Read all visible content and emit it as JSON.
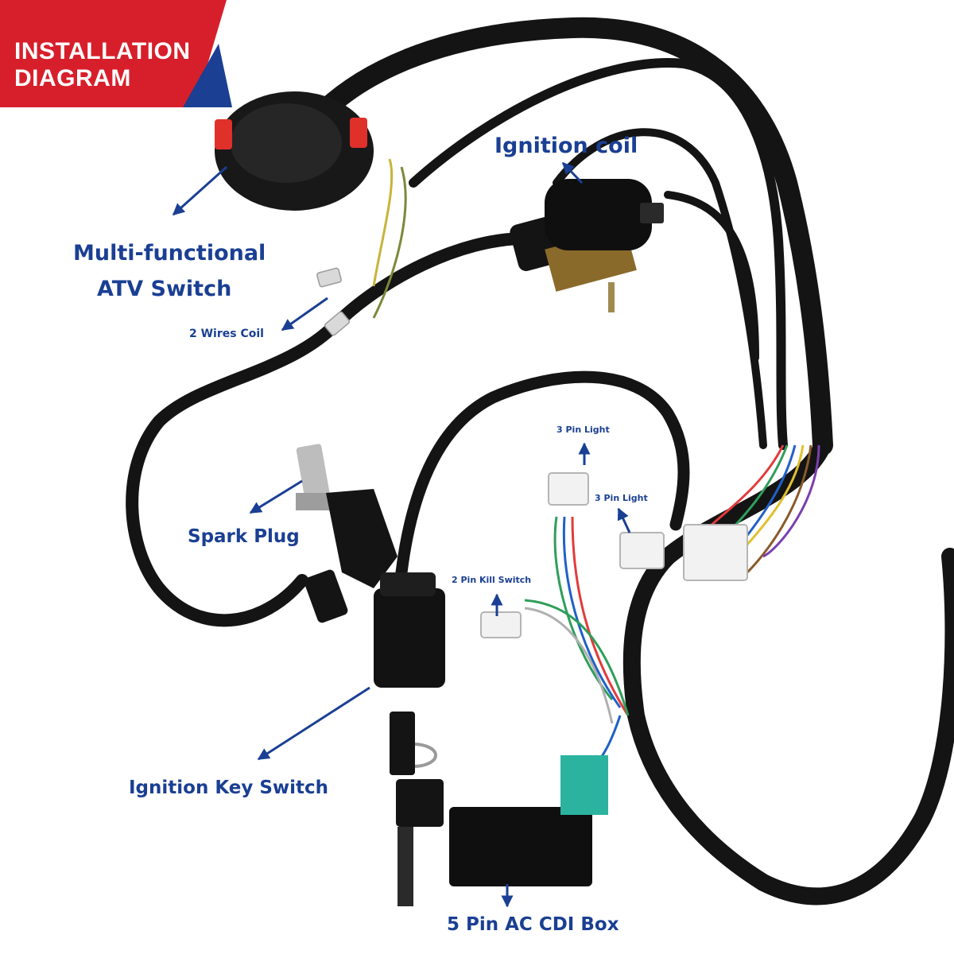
{
  "banner": {
    "line1": "INSTALLATION",
    "line2": "DIAGRAM",
    "red": "#d71f2b",
    "blue": "#1a3f93"
  },
  "labels": {
    "ignition_coil": "Ignition coil",
    "atv_switch_line1": "Multi-functional",
    "atv_switch_line2": "ATV Switch",
    "two_wires_coil": "2 Wires Coil",
    "spark_plug": "Spark Plug",
    "three_pin_light_1": "3 Pin Light",
    "three_pin_light_2": "3 Pin Light",
    "two_pin_kill_switch": "2 Pin Kill Switch",
    "ignition_key_switch": "Ignition Key Switch",
    "cdi_box": "5 Pin AC CDI Box"
  },
  "colors": {
    "label": "#1a3f93",
    "arrow": "#1a3f93",
    "cable": "#141414",
    "cdi_connector": "#2bb3a0"
  }
}
